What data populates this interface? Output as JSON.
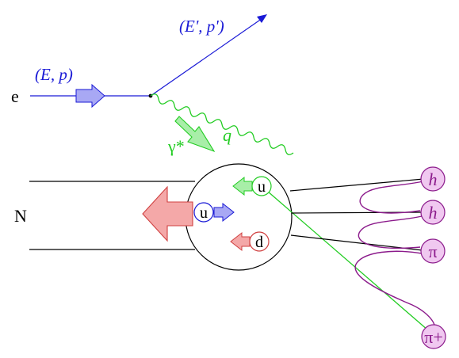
{
  "diagram": {
    "electron_label": "e",
    "incoming_momentum": "(E, p)",
    "outgoing_momentum": "(E', p')",
    "photon_label": "γ*",
    "photon_momentum_label": "q",
    "nucleon_label": "N",
    "struck_quark": "u",
    "spectator_quark_u": "u",
    "spectator_quark_d": "d",
    "hadrons": [
      {
        "label": "h"
      },
      {
        "label": "h"
      },
      {
        "label": "π"
      },
      {
        "label": "π+"
      }
    ]
  },
  "colors": {
    "lepton": "#1a1ad6",
    "photon": "#22cc22",
    "hadron": "#8b1a8b",
    "hadron_fill": "#f0c8f0",
    "remnant_fill": "#f4a8a8",
    "remnant_stroke": "#d04040",
    "lepton_arrow_fill": "#a8a8f4",
    "photon_arrow_fill": "#a8eea8",
    "lines": "#000000"
  }
}
